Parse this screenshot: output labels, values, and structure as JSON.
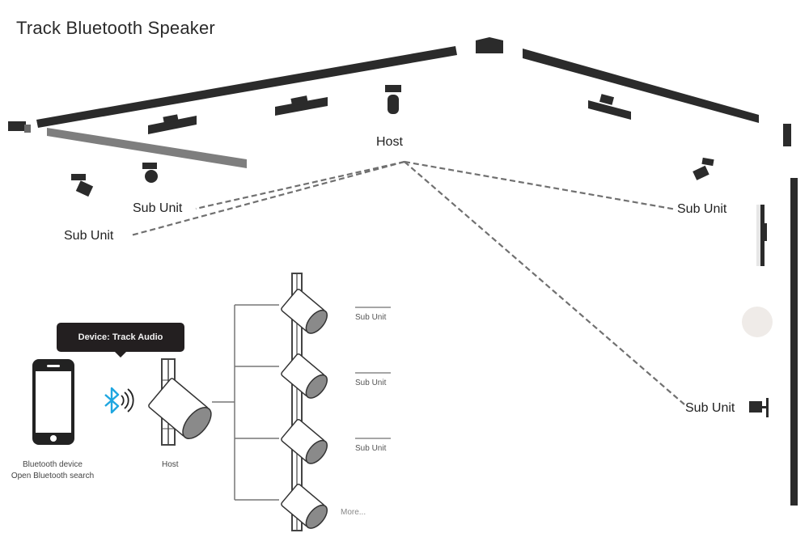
{
  "title": "Track Bluetooth Speaker",
  "top_diagram": {
    "host_label": "Host",
    "sub_unit_labels": [
      "Sub Unit",
      "Sub Unit",
      "Sub Unit",
      "Sub Unit"
    ]
  },
  "bottom_diagram": {
    "tooltip": "Device: Track Audio",
    "phone_caption_line1": "Bluetooth device",
    "phone_caption_line2": "Open Bluetooth search",
    "host_caption": "Host",
    "sub_unit_captions": [
      "Sub Unit",
      "Sub Unit",
      "Sub Unit"
    ],
    "more_caption": "More...",
    "bluetooth_color": "#1ea6e0"
  },
  "colors": {
    "track_dark": "#2b2b2b",
    "track_grey": "#7a7a7a",
    "dash_line": "#707070",
    "speaker_grille": "#8a8a8a"
  }
}
